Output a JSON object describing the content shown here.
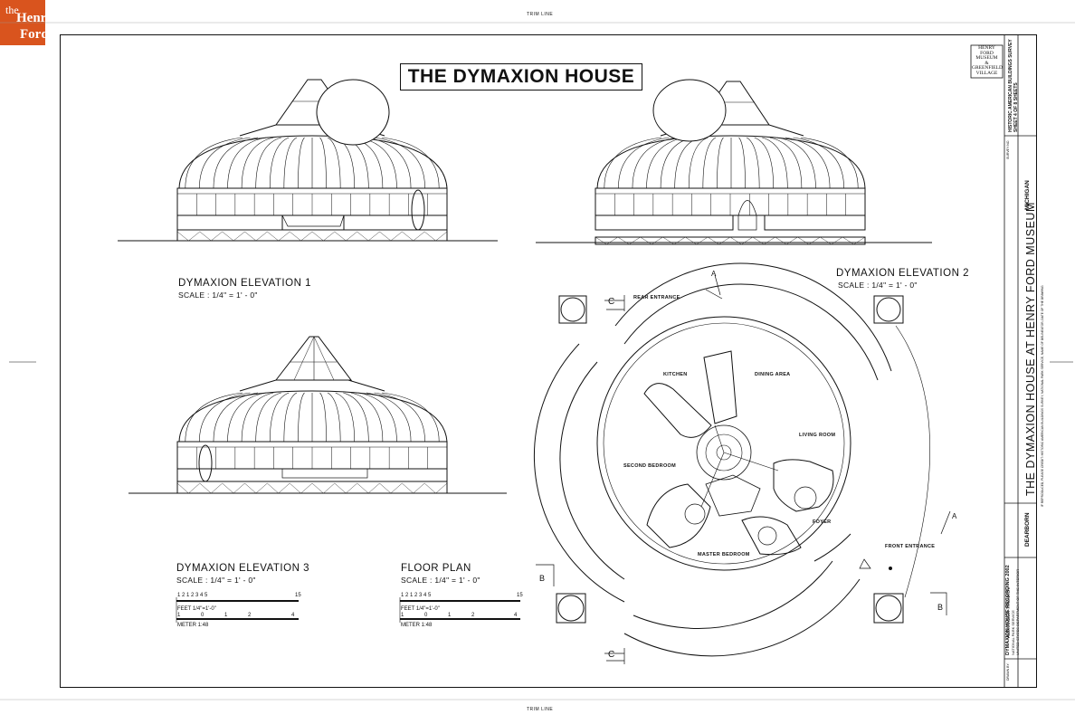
{
  "logo": {
    "line1": "the",
    "line2": "Henry",
    "line3": "Ford"
  },
  "trim_top": "TRIM LINE",
  "trim_bottom": "TRIM LINE",
  "title": "THE DYMAXION HOUSE",
  "elevation1": {
    "name": "DYMAXION ELEVATION 1",
    "scale": "SCALE : 1/4\" = 1' - 0\""
  },
  "elevation2": {
    "name": "DYMAXION ELEVATION 2",
    "scale": "SCALE : 1/4\" = 1' - 0\""
  },
  "elevation3": {
    "name": "DYMAXION ELEVATION 3",
    "scale": "SCALE : 1/4\" = 1' - 0\""
  },
  "floorplan": {
    "name": "FLOOR PLAN",
    "scale": "SCALE : 1/4\" = 1' - 0\""
  },
  "scalebar": {
    "feet": "FEET 1/4\"=1'-0\"",
    "meter": "METER 1:48",
    "ticks_top": "1 2 1 2 3 4 5",
    "end_top": "15",
    "meter_ticks": [
      "1",
      "0",
      "1",
      "2",
      "4"
    ]
  },
  "rooms": {
    "rear_entrance": "REAR ENTRANCE",
    "kitchen": "KITCHEN",
    "dining": "DINING AREA",
    "living": "LIVING ROOM",
    "second_bedroom": "SECOND BEDROOM",
    "foyer": "FOYER",
    "master_bedroom": "MASTER BEDROOM",
    "front_entrance": "FRONT ENTRANCE"
  },
  "section_marks": {
    "c": "C",
    "b": "B",
    "a": "A"
  },
  "title_block": {
    "museum": [
      "HENRY",
      "FORD",
      "MUSEUM",
      "&",
      "GREENFIELD",
      "VILLAGE"
    ],
    "main_title": "THE DYMAXION HOUSE AT HENRY FORD MUSEUM",
    "city": "DEARBORN",
    "state": "MICHIGAN",
    "survey": "HISTORIC AMERICAN BUILDINGS SURVEY",
    "sheet": "SHEET 4 OF 8 SHEETS",
    "recording": "DYMAXION HOUSE RECORDING 2002",
    "agency": "NATIONAL PARK SERVICE",
    "department": "UNITED STATES DEPARTMENT OF THE INTERIOR",
    "drawn_by": "ALEXANDER TITENKOV",
    "drawn_label": "DRAWN BY:",
    "survey_no": "SURVEY NO.",
    "credit": "IF REPRODUCED, PLEASE CREDIT: HISTORIC AMERICAN BUILDINGS SURVEY, NATIONAL PARK SERVICE, NAME OF DELINEATOR, DATE OF THE DRAWING"
  }
}
